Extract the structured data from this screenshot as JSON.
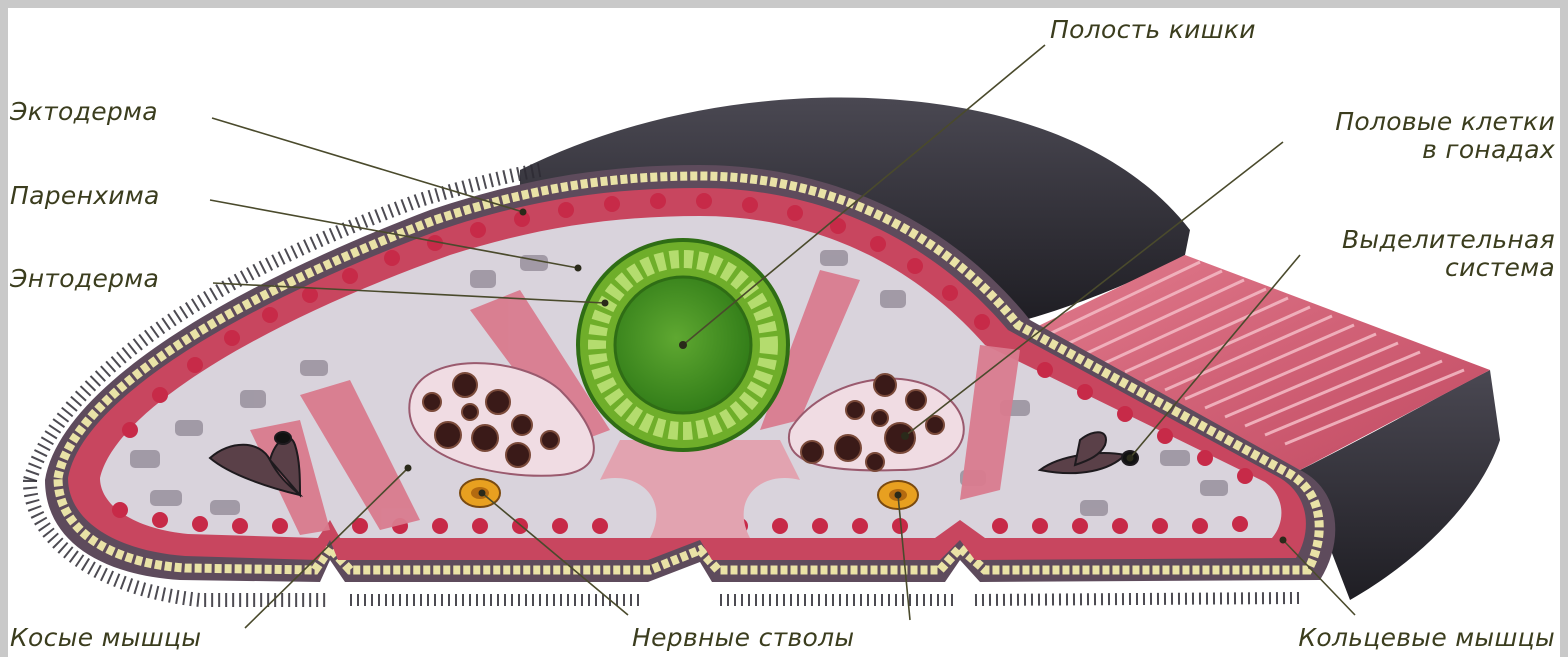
{
  "labels": {
    "ectoderm": "Эктодерма",
    "parenchyma": "Паренхима",
    "endoderm": "Энтодерма",
    "gut_cavity": "Полость кишки",
    "sex_cells_line1": "Половые клетки",
    "sex_cells_line2": "в гонадах",
    "excretory_line1": "Выделительная",
    "excretory_line2": "система",
    "oblique_muscles": "Косые мышцы",
    "nerve_trunks": "Нервные стволы",
    "ring_muscles": "Кольцевые мышцы"
  },
  "colors": {
    "background": "#c9c9c9",
    "cilia": "#2e2c34",
    "ectoderm_cells": "#e9e2a6",
    "muscle_layer": "#c8465f",
    "muscle_dots": "#c72a48",
    "parenchyma": "#d9d3dc",
    "parenchyma_cells": "#8f8794",
    "endoderm_ring": "#6fae2a",
    "gut_cavity": "#3f8b1c",
    "gonad_cells": "#3a1a18",
    "nerve_trunk": "#e8a020"
  }
}
